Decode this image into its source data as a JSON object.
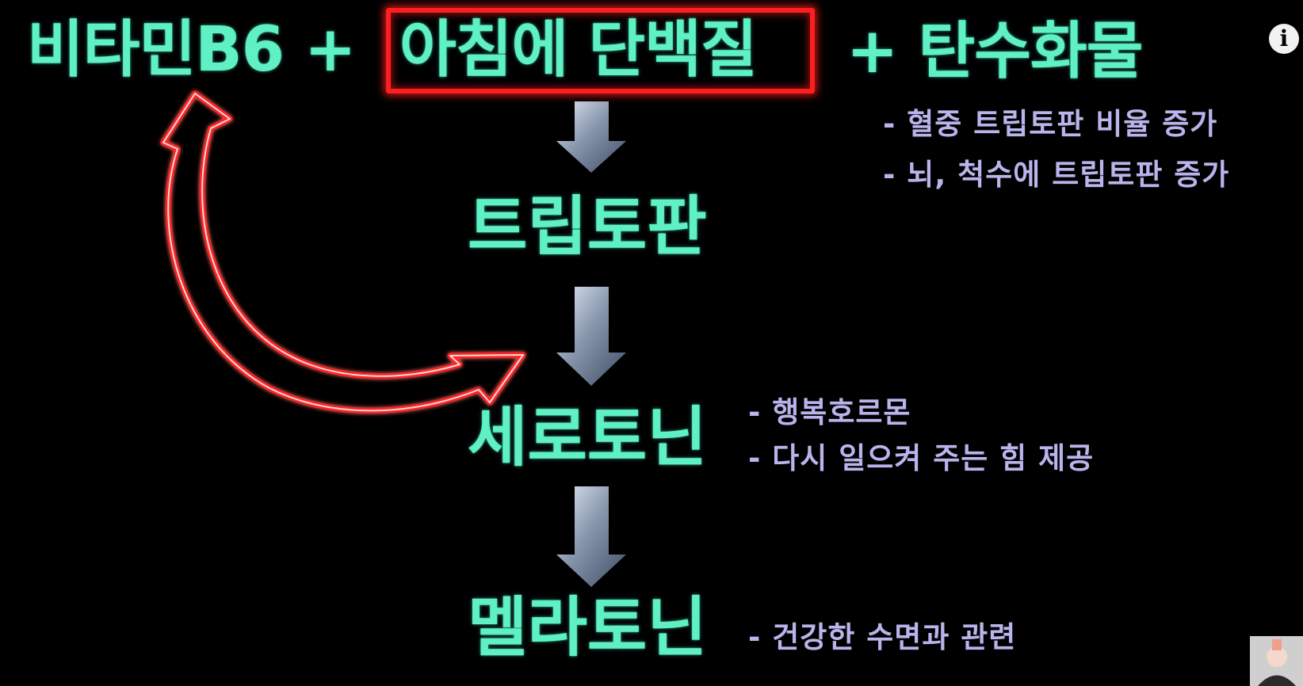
{
  "title": {
    "part1": "비타민B6 +",
    "highlighted": "아침에 단백질",
    "part3": "+ 탄수화물"
  },
  "nodes": {
    "n1": "트립토판",
    "n2": "세로토닌",
    "n3": "멜라토닌"
  },
  "notes": {
    "tryptophan": [
      "- 혈중 트립토판 비율 증가",
      "- 뇌, 척수에 트립토판 증가"
    ],
    "serotonin": [
      "- 행복호르몬",
      "- 다시 일으켜 주는 힘 제공"
    ],
    "melatonin": [
      "- 건강한 수면과 관련"
    ]
  },
  "colors": {
    "node_text": "#5ff0c4",
    "note_text": "#b8b4ec",
    "highlight": "#ff1e1e",
    "background": "#000000"
  },
  "icons": [
    "info-icon",
    "down-arrow-icon",
    "curved-arrow-icon"
  ]
}
